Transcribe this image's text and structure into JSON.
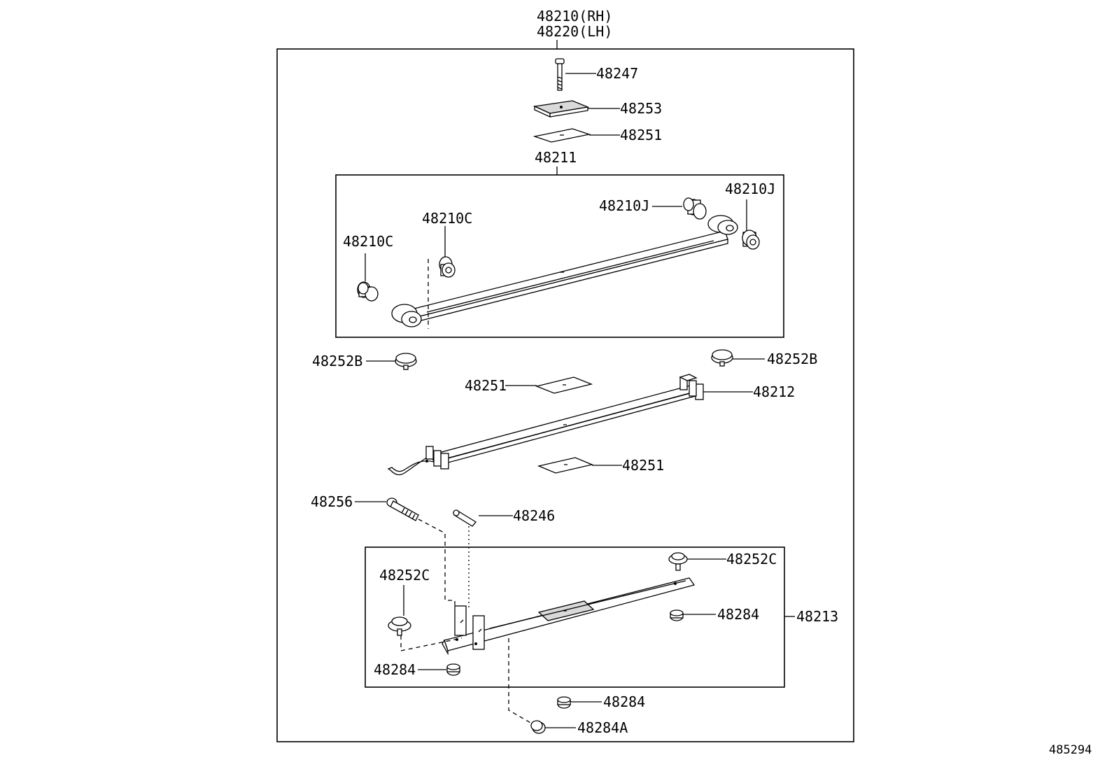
{
  "assembly": {
    "rh": "48210(RH)",
    "lh": "48220(LH)"
  },
  "labels": {
    "bolt_48247": "48247",
    "plate_48253": "48253",
    "insulator_48251_top": "48251",
    "leaf_48211": "48211",
    "bush_48210J_inner": "48210J",
    "bush_48210J_outer": "48210J",
    "bush_48210C_inner": "48210C",
    "bush_48210C_outer": "48210C",
    "bumper_48252B_left": "48252B",
    "bumper_48252B_right": "48252B",
    "insulator_48251_mid": "48251",
    "leaf_48212": "48212",
    "insulator_48251_low": "48251",
    "bolt_48256": "48256",
    "pin_48246": "48246",
    "bumper_48252C_right": "48252C",
    "bumper_48252C_left": "48252C",
    "nut_48284_right": "48284",
    "leaf_48213": "48213",
    "nut_48284_left": "48284",
    "nut_48284_bottom": "48284",
    "nut_48284A": "48284A"
  },
  "figure_id": "485294"
}
